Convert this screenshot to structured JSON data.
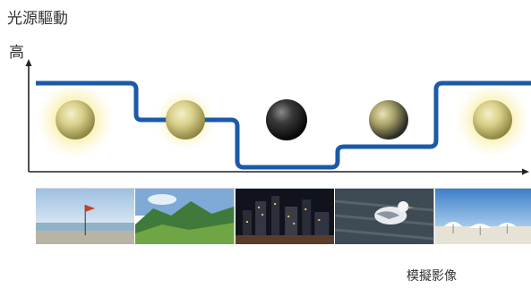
{
  "header": {
    "title": "光源驅動",
    "y_axis_label": "高"
  },
  "x_axis_label": "模擬影像",
  "colors": {
    "line": "#1a5aa8",
    "axis": "#222222"
  },
  "light_levels": [
    {
      "level": "high",
      "orb": "lit"
    },
    {
      "level": "mid",
      "orb": "lit"
    },
    {
      "level": "low",
      "orb": "dark"
    },
    {
      "level": "mid-low",
      "orb": "half"
    },
    {
      "level": "high",
      "orb": "lit"
    }
  ],
  "thumbnails": [
    {
      "scene": "beach-flag"
    },
    {
      "scene": "green-mountains"
    },
    {
      "scene": "night-city"
    },
    {
      "scene": "seagull"
    },
    {
      "scene": "beach-umbrellas"
    }
  ]
}
